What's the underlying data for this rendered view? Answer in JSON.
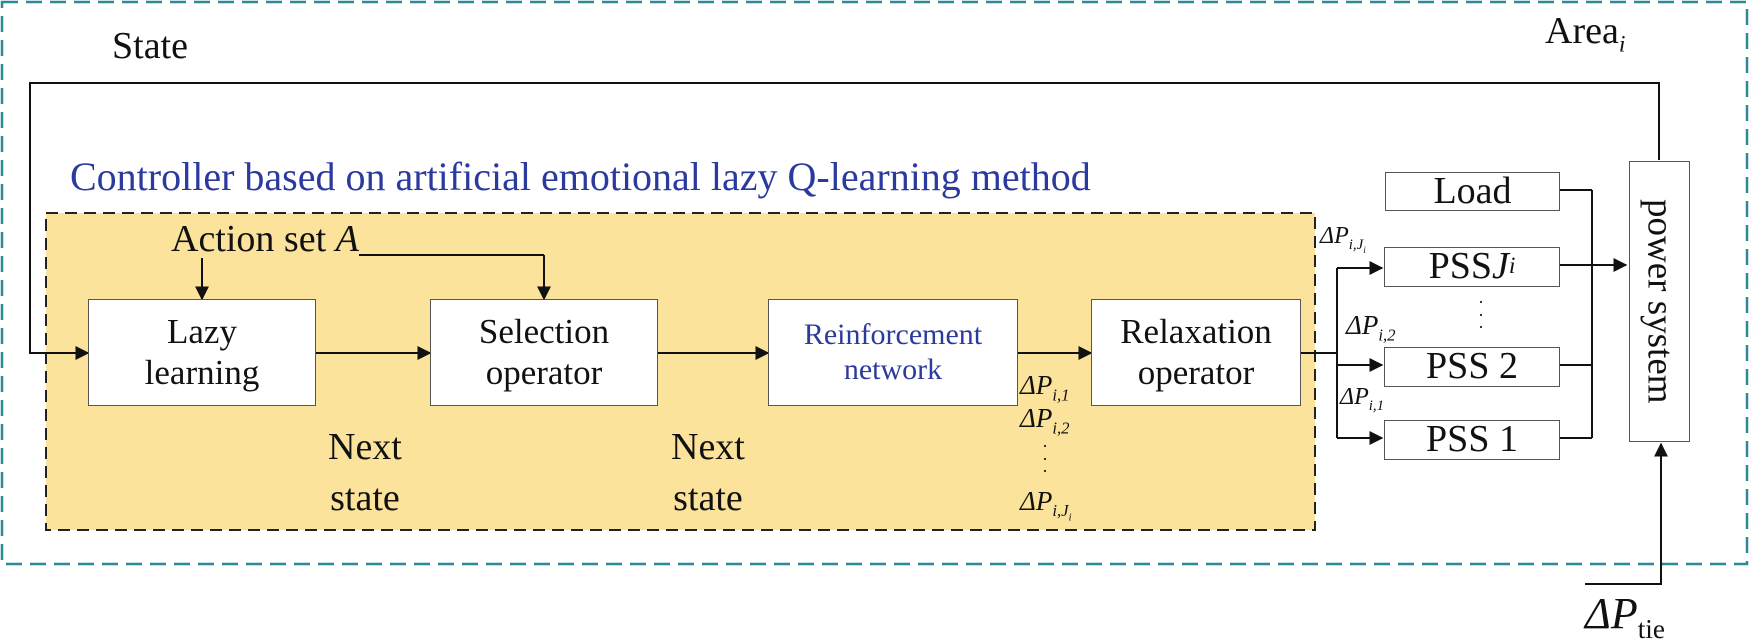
{
  "area_label": {
    "main": "Area",
    "sub": "i"
  },
  "state_label": "State",
  "controller_title": "Controller based on artificial emotional lazy Q-learning method",
  "action_set": {
    "text": "Action set ",
    "symbol": "A"
  },
  "blocks": {
    "lazy": [
      "Lazy",
      "learning"
    ],
    "selection": [
      "Selection",
      "operator"
    ],
    "reinforcement": [
      "Reinforcement",
      "network"
    ],
    "relaxation": [
      "Relaxation",
      "operator"
    ]
  },
  "next_state_1": [
    "Next",
    "state"
  ],
  "next_state_2": [
    "Next",
    "state"
  ],
  "delta_outputs": {
    "p1": {
      "sym": "ΔP",
      "sub": "i,1"
    },
    "p2": {
      "sym": "ΔP",
      "sub": "i,2"
    },
    "pj": {
      "sym": "ΔP",
      "sub": "i,J",
      "subsub": "i"
    },
    "dots": "·\n·\n·"
  },
  "pss_inputs": {
    "pj": {
      "sym": "ΔP",
      "sub": "i,J",
      "subsub": "i"
    },
    "p2": {
      "sym": "ΔP",
      "sub": "i,2"
    },
    "p1": {
      "sym": "ΔP",
      "sub": "i,1"
    }
  },
  "right_blocks": {
    "load": "Load",
    "pss_j": {
      "text": "PSS ",
      "symbol": "J",
      "sub": "i"
    },
    "pss_2": "PSS 2",
    "pss_1": "PSS 1",
    "dots": "·\n·\n·"
  },
  "power_system": "power system",
  "tie_input": {
    "sym": "ΔP",
    "sub": "tie"
  }
}
